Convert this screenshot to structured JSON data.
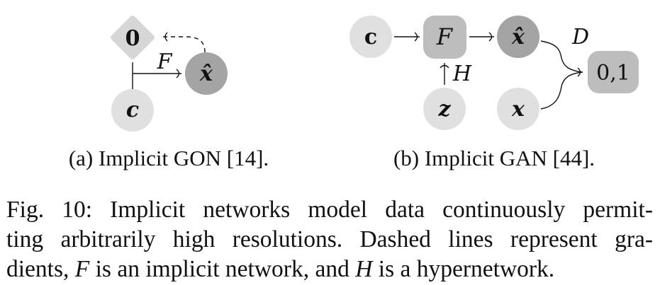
{
  "colors": {
    "light_node": "#e0e0e0",
    "mid_node": "#bdbdbd",
    "dark_node": "#9e9e9e",
    "edge": "#111111"
  },
  "diagram_a": {
    "caption": "(a) Implicit GON [14].",
    "nodes": {
      "zero": "0",
      "xhat": "x̂",
      "c": "c"
    },
    "edge_F": "F"
  },
  "diagram_b": {
    "caption": "(b) Implicit GAN [44].",
    "nodes": {
      "c": "c",
      "F": "F",
      "xhat": "x̂",
      "z": "z",
      "x": "x",
      "out": "0,1"
    },
    "edge_H": "H",
    "edge_D": "D"
  },
  "caption": {
    "lines": [
      [
        "Fig. 10: Implicit networks model data continuously permit-"
      ],
      [
        "ting arbitrarily high resolutions. Dashed lines represent gra-"
      ],
      [
        "dients, ",
        "F",
        " is an implicit network, and ",
        "H",
        " is a hypernetwork."
      ]
    ],
    "seg_1_0": "Fig. 10: Implicit networks model data continuously permit-",
    "seg_2_0": "ting arbitrarily high resolutions. Dashed lines represent gra-",
    "seg_3_0": "dients, ",
    "seg_3_1": "F",
    "seg_3_2": " is an implicit network, and ",
    "seg_3_3": "H",
    "seg_3_4": " is a hypernetwork."
  }
}
